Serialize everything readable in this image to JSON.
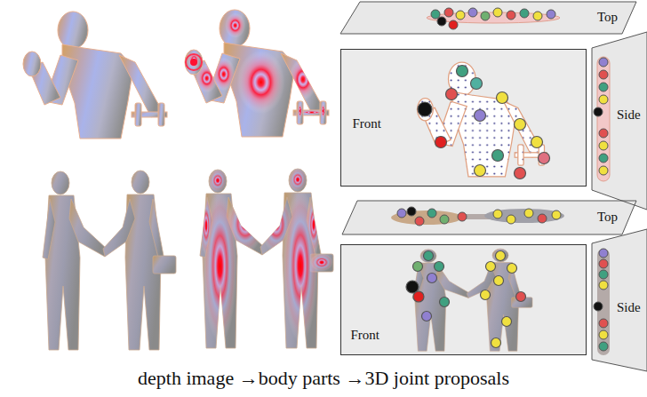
{
  "diagram": {
    "caption": "depth image →body parts →3D joint proposals",
    "nodes": [
      {
        "text": [
          "Top"
        ]
      },
      {
        "text": [
          "Front"
        ]
      },
      {
        "text": [
          "Side"
        ]
      },
      {
        "text": [
          "Top"
        ]
      },
      {
        "text": [
          "Front"
        ]
      },
      {
        "text": [
          "Side"
        ]
      }
    ]
  }
}
